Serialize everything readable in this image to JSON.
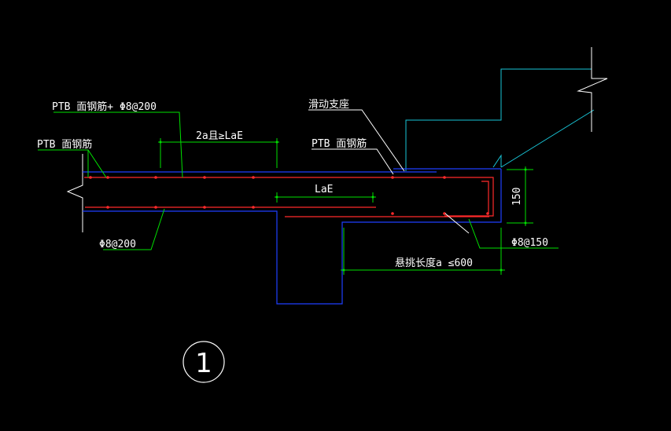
{
  "labels": {
    "ptb_top_left_combo": "PTB 面钢筋+ Φ8@200",
    "ptb_left": "PTB 面钢筋",
    "ptb_mid": "PTB 面钢筋",
    "sliding_support": "滑动支座",
    "dim_2a": "2a且≥LaE",
    "dim_lae": "LaE",
    "dim_150": "150",
    "bottom_rebar": "Φ8@200",
    "right_rebar": "Φ8@150",
    "cantilever_length": "悬挑长度a ≤600",
    "detail_number": "1"
  },
  "colors": {
    "background": "#000000",
    "concrete_outline": "#1f3fff",
    "rebar": "#ff2a2a",
    "leader": "#00e000",
    "annotation": "#ffffff",
    "existing_structure": "#19c6d8",
    "break_line": "#ffffff"
  }
}
